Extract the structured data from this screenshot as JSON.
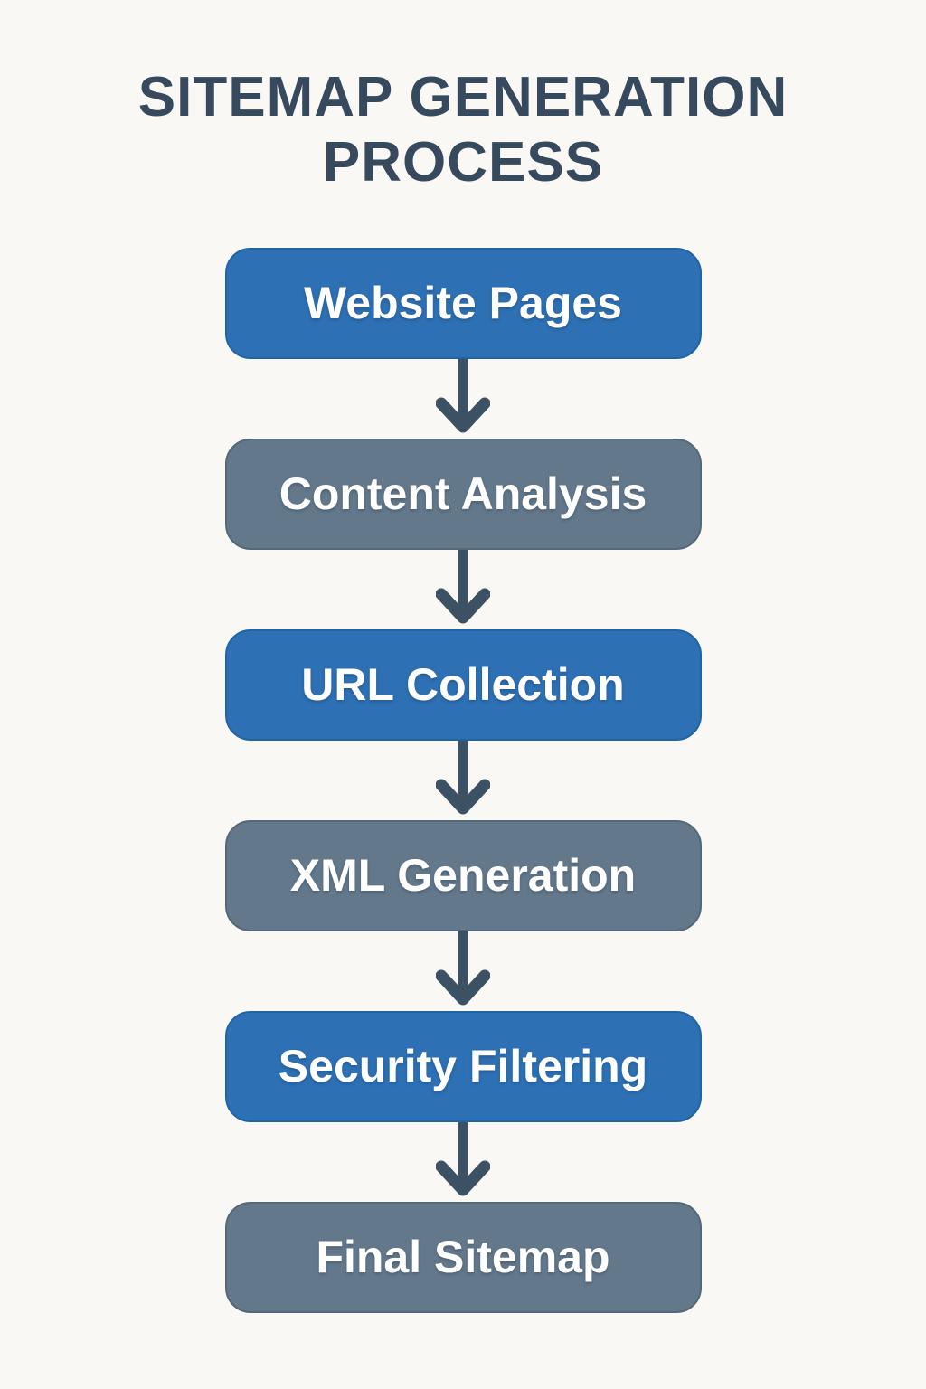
{
  "title": {
    "text": "SITEMAP GENERATION PROCESS"
  },
  "flow": {
    "steps": [
      {
        "label": "Website Pages",
        "variant": "blue"
      },
      {
        "label": "Content Analysis",
        "variant": "slate"
      },
      {
        "label": "URL Collection",
        "variant": "blue"
      },
      {
        "label": "XML Generation",
        "variant": "slate"
      },
      {
        "label": "Security Filtering",
        "variant": "blue"
      },
      {
        "label": "Final Sitemap",
        "variant": "slate"
      }
    ],
    "arrow_icon": "down-arrow"
  },
  "colors": {
    "blue": "#2d70b4",
    "blue_border": "#2163a4",
    "slate": "#63788b",
    "slate_border": "#536879",
    "arrow": "#3c5164",
    "title": "#37495d",
    "bg": "#faf8f5",
    "label": "#ffffff"
  }
}
